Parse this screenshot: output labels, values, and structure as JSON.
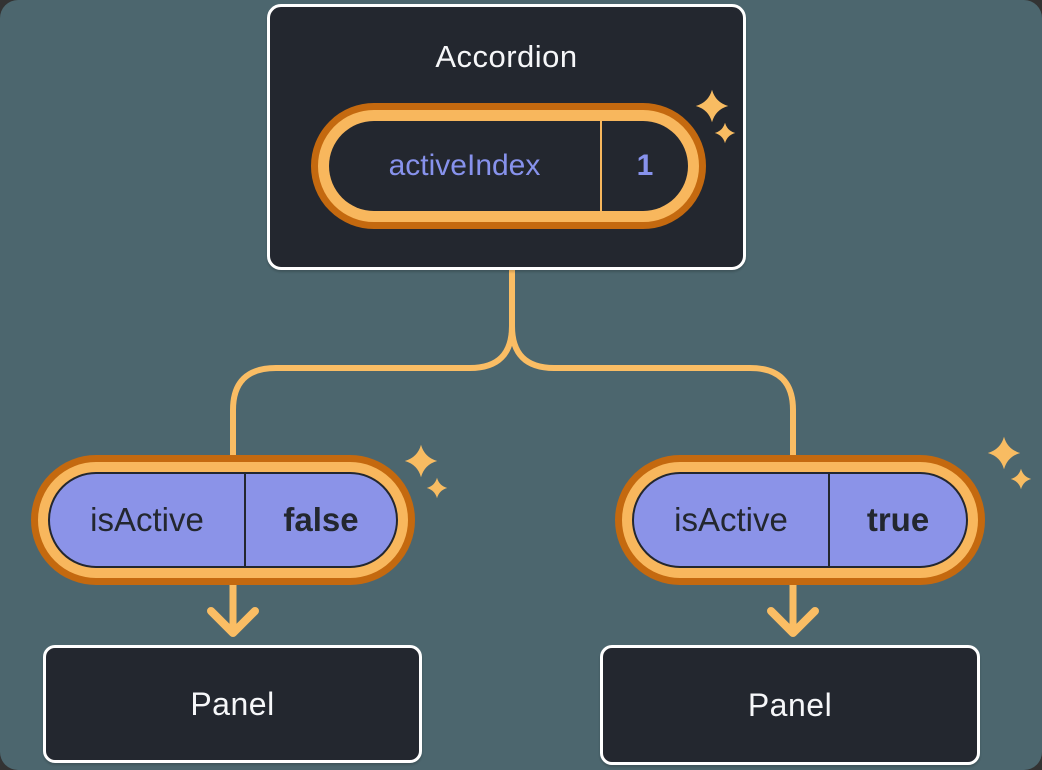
{
  "diagram": {
    "accordion": {
      "title": "Accordion",
      "state": {
        "label": "activeIndex",
        "value": "1"
      }
    },
    "prop_pills": [
      {
        "label": "isActive",
        "value": "false"
      },
      {
        "label": "isActive",
        "value": "true"
      }
    ],
    "panels": [
      {
        "label": "Panel"
      },
      {
        "label": "Panel"
      }
    ],
    "icons": {
      "sparkle": "sparkle-icon",
      "arrow": "arrow-down-icon"
    }
  },
  "colors": {
    "bg": "#4C666E",
    "slate": "#23272F",
    "white-text": "#F6F7F9",
    "border-white": "#FFFFFF",
    "purple-fill": "#8B93E8",
    "purple-text": "#8792EC",
    "dark-orange": "#C4690F",
    "light-orange": "#F8B75D",
    "line-orange": "#FABD64",
    "sparkle": "#F8BC62",
    "dark-text": "#23272F"
  }
}
